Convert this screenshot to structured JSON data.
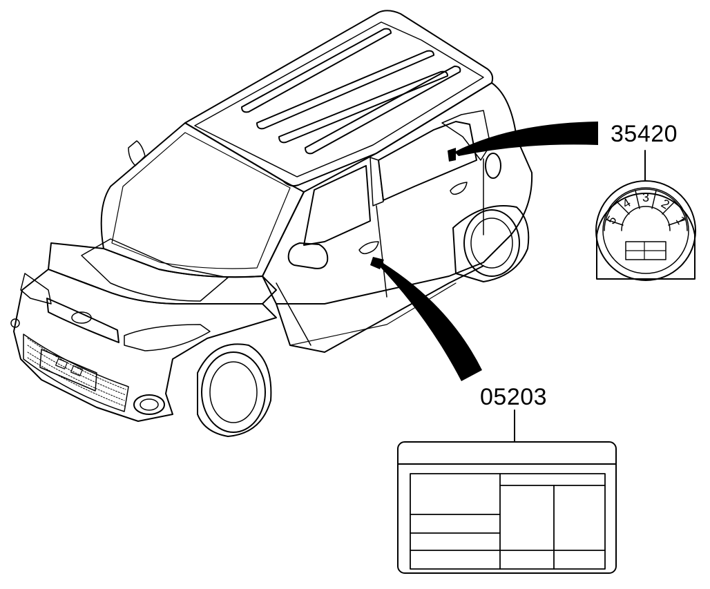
{
  "parts": [
    {
      "part_number": "35420",
      "description": ""
    },
    {
      "part_number": "05203",
      "description": ""
    }
  ],
  "gauge_label": {
    "scale_numbers": [
      "5",
      "4",
      "3",
      "2",
      "1"
    ]
  },
  "colors": {
    "line": "#000000",
    "background": "#ffffff"
  }
}
